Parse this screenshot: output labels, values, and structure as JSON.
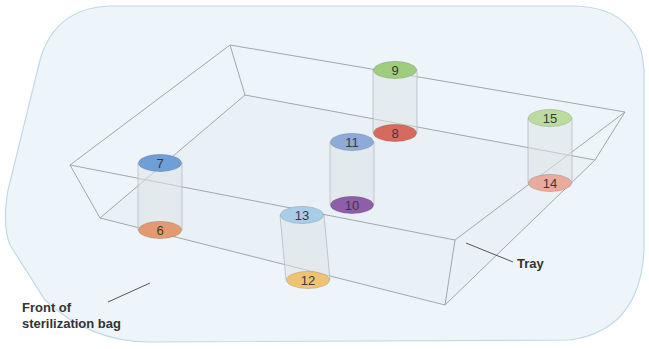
{
  "diagram": {
    "nodes": [
      {
        "text": [
          "6"
        ]
      },
      {
        "text": [
          "7"
        ]
      },
      {
        "text": [
          "8"
        ]
      },
      {
        "text": [
          "9"
        ]
      },
      {
        "text": [
          "10"
        ]
      },
      {
        "text": [
          "11"
        ]
      },
      {
        "text": [
          "12"
        ]
      },
      {
        "text": [
          "13"
        ]
      },
      {
        "text": [
          "14"
        ]
      },
      {
        "text": [
          "15"
        ]
      }
    ],
    "labels": [
      "Front of sterilization bag",
      "Tray"
    ]
  }
}
